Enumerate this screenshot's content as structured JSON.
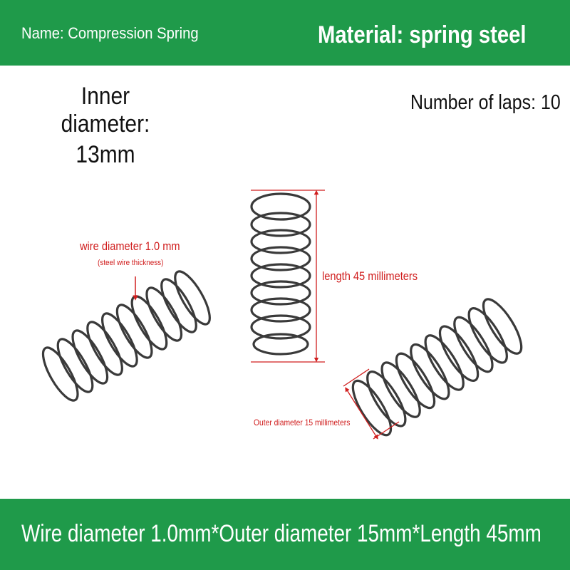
{
  "header": {
    "name": "Name: Compression Spring",
    "material": "Material: spring steel"
  },
  "specs": {
    "inner_diameter_label": "Inner diameter:",
    "inner_diameter_value": "13mm",
    "laps": "Number of laps: 10"
  },
  "annotations": {
    "wire_diameter": "wire diameter 1.0 mm",
    "wire_thickness": "(steel wire thickness)",
    "length": "length 45 millimeters",
    "outer_diameter": "Outer diameter 15 millimeters"
  },
  "footer": {
    "summary": "Wire diameter 1.0mm*Outer diameter 15mm*Length 45mm"
  },
  "colors": {
    "brand_green": "#1f9a4a",
    "annotation_red": "#d01d1d",
    "spring_steel": "#3a3a3a"
  }
}
